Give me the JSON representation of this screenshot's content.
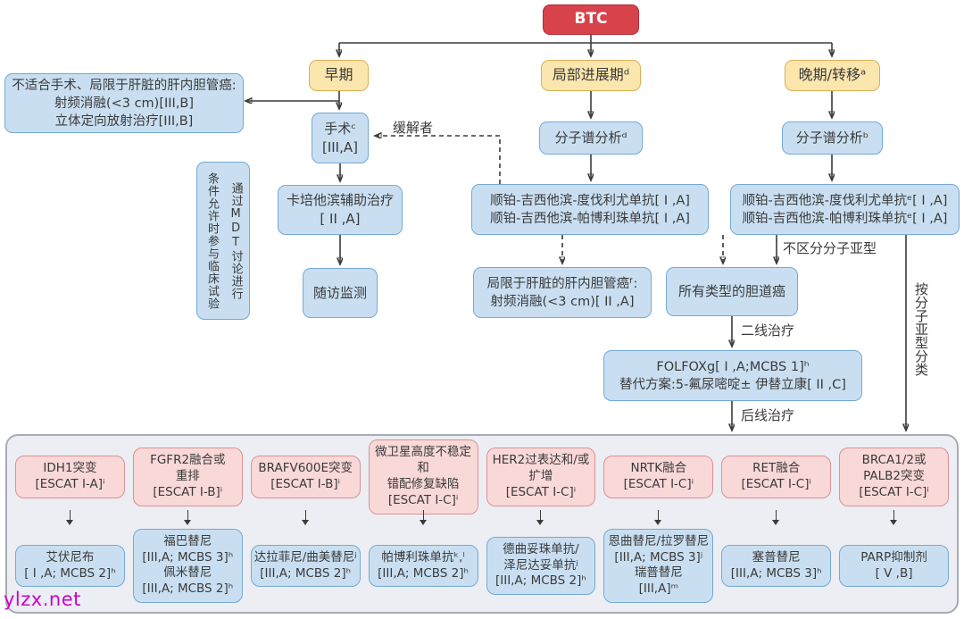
{
  "colors": {
    "root_red": "#D8434B",
    "stage_yellow": "#FBE6AE",
    "node_blue": "#C9DFF1",
    "alteration_pink": "#F9D8D8",
    "panel_gray": "#ECEEF3",
    "line": "#3A3A3A",
    "watermark_magenta": "#CC00CC"
  },
  "root": {
    "label": "BTC"
  },
  "stages": {
    "early": "早期",
    "locally_advanced": "局部进展期ᵈ",
    "advanced": "晚期/转移ᵃ"
  },
  "early_branch": {
    "ablation_note": [
      "不适合手术、局限于肝脏的肝内胆管癌:",
      "射频消融(<3 cm)[III,B]",
      "立体定向放射治疗[III,B]"
    ],
    "surgery": [
      "手术ᶜ",
      "[III,A]"
    ],
    "mdt_note": [
      "通过MDT讨论进行",
      "条件允许时参与临床试验"
    ],
    "adjuvant": [
      "卡培他滨辅助治疗",
      "[ II ,A]"
    ],
    "followup": "随访监测",
    "responder_label": "缓解者"
  },
  "locally_advanced_branch": {
    "profiling": "分子谱分析ᵈ",
    "chemo": [
      "顺铂-吉西他滨-度伐利尤单抗[ I ,A]",
      "顺铂-吉西他滨-帕博利珠单抗[ I ,A]"
    ],
    "liver_limited": [
      "局限于肝脏的肝内胆管癌ᶠ:",
      "射频消融(<3 cm)[ II ,A]"
    ]
  },
  "advanced_branch": {
    "profiling": "分子谱分析ᵇ",
    "chemo": [
      "顺铂-吉西他滨-度伐利尤单抗ᵉ[ I ,A]",
      "顺铂-吉西他滨-帕博利珠单抗ᵉ[ I ,A]"
    ],
    "no_subtype_label": "不区分分子亚型",
    "by_subtype_label": "按分子亚型分类",
    "all_types": "所有类型的胆道癌",
    "second_line_label": "二线治疗",
    "second_line": [
      "FOLFOXg[ I ,A;MCBS 1]ʰ",
      "替代方案:5-氟尿嘧啶± 伊替立康[ II ,C]"
    ],
    "later_line_label": "后线治疗"
  },
  "matrix": {
    "columns": [
      {
        "alteration": [
          "IDH1突变",
          "[ESCAT I-A]ⁱ"
        ],
        "therapy": [
          "艾伏尼布",
          "[ I ,A; MCBS 2]ʰ"
        ]
      },
      {
        "alteration": [
          "FGFR2融合或",
          "重排",
          "[ESCAT I-B]ⁱ"
        ],
        "therapy": [
          "福巴替尼",
          "[III,A; MCBS 3]ʰ",
          "佩米替尼",
          "[III,A; MCBS 2]ʰ"
        ]
      },
      {
        "alteration": [
          "BRAFV600E突变",
          "[ESCAT I-B]ⁱ"
        ],
        "therapy": [
          "达拉菲尼/曲美替尼ʲ",
          "[III,A; MCBS 2]ʰ"
        ]
      },
      {
        "alteration": [
          "微卫星高度不稳定和",
          "错配修复缺陷",
          "[ESCAT I-C]ⁱ"
        ],
        "therapy": [
          "帕博利珠单抗ᵏ,ˡ",
          "[III,A; MCBS 2]ʰ"
        ]
      },
      {
        "alteration": [
          "HER2过表达和/或",
          "扩增",
          "[ESCAT I-C]ⁱ"
        ],
        "therapy": [
          "德曲妥珠单抗/",
          "泽尼达妥单抗ʲ",
          "[III,A; MCBS 2]ʰ"
        ]
      },
      {
        "alteration": [
          "NRTK融合",
          "[ESCAT I-C]ⁱ"
        ],
        "therapy": [
          "恩曲替尼/拉罗替尼",
          "[III,A; MCBS 3]ʲ",
          "瑞普替尼",
          "[III,A]ᵐ"
        ]
      },
      {
        "alteration": [
          "RET融合",
          "[ESCAT I-C]ⁱ"
        ],
        "therapy": [
          "塞普替尼",
          "[III,A; MCBS 3]ʰ"
        ]
      },
      {
        "alteration": [
          "BRCA1/2或",
          "PALB2突变",
          "[ESCAT I-C]ⁱ"
        ],
        "therapy": [
          "PARP抑制剂",
          "[ V ,B]"
        ]
      }
    ]
  },
  "watermark": "ylzx.net"
}
